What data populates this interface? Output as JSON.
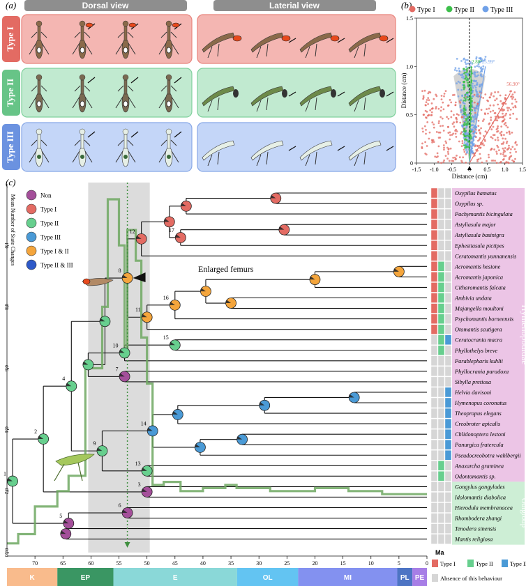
{
  "panel_a": {
    "label": "(a)",
    "dorsal_header": "Dorsal view",
    "lateral_header": "Laterial view",
    "rows": [
      {
        "name": "Type I",
        "fill": "#f4b6b2",
        "stroke": "#e8837c",
        "tab": "#e36b63"
      },
      {
        "name": "Type II",
        "fill": "#c1ead0",
        "stroke": "#7fd09c",
        "tab": "#67c487"
      },
      {
        "name": "Type III",
        "fill": "#c4d6f8",
        "stroke": "#88a8e6",
        "tab": "#6b92e0"
      }
    ]
  },
  "panel_b": {
    "label": "(b)",
    "legend": [
      "Type I",
      "Type II",
      "Type III"
    ],
    "colors": {
      "type1": "#e36b63",
      "type2": "#3cbf4a",
      "type3": "#6fa0e8"
    },
    "xlabel": "Distance (cm)",
    "ylabel": "Distance (cm)",
    "xticks": [
      "-1.5",
      "-1.0",
      "-0.5",
      "0",
      "0.5",
      "1.0",
      "1.5"
    ],
    "yticks": [
      "0",
      "0.5",
      "1.0",
      "1.5"
    ],
    "angle_labels": [
      "2.88°",
      "25.99°",
      "56.90°"
    ]
  },
  "panel_c": {
    "label": "(c)",
    "legend": [
      {
        "label": "Non",
        "color": "#a44f9a"
      },
      {
        "label": "Type I",
        "color": "#e36b63"
      },
      {
        "label": "Type II",
        "color": "#67cf8e"
      },
      {
        "label": "Type III",
        "color": "#4a9ad6"
      },
      {
        "label": "Type I & II",
        "color": "#f4a53c"
      },
      {
        "label": "Type II & III",
        "color": "#2e59c8"
      }
    ],
    "ylabel": "Mean Number of State Changes",
    "yticks": [
      "0.00",
      "0.2",
      "0.4",
      "0.6",
      "0.8",
      "1.0"
    ],
    "xticks": [
      "70",
      "65",
      "60",
      "55",
      "50",
      "45",
      "40",
      "35",
      "30",
      "25",
      "20",
      "15",
      "10",
      "5",
      "0"
    ],
    "ma_label": "Ma",
    "annotation": "Enlarged femurs",
    "node_numbers": [
      "1",
      "2",
      "3",
      "4",
      "5",
      "6",
      "7",
      "8",
      "9",
      "10",
      "11",
      "12",
      "13",
      "14",
      "15",
      "16",
      "17"
    ],
    "taxa": [
      {
        "name": "Oxypilus hamatus",
        "s": [
          1,
          0,
          0
        ]
      },
      {
        "name": "Oxypilus sp.",
        "s": [
          1,
          0,
          0
        ]
      },
      {
        "name": "Pachymantis bicingulata",
        "s": [
          1,
          0,
          0
        ]
      },
      {
        "name": "Astyliasula major",
        "s": [
          1,
          0,
          0
        ]
      },
      {
        "name": "Astyliasula basinigra",
        "s": [
          1,
          0,
          0
        ]
      },
      {
        "name": "Ephestiasula pictipes",
        "s": [
          1,
          0,
          0
        ]
      },
      {
        "name": "Ceratomantis yunnanensis",
        "s": [
          1,
          0,
          0
        ]
      },
      {
        "name": "Acromantis hesione",
        "s": [
          1,
          1,
          0
        ]
      },
      {
        "name": "Acromantis japonica",
        "s": [
          1,
          1,
          0
        ]
      },
      {
        "name": "Citharomantis falcata",
        "s": [
          1,
          1,
          0
        ]
      },
      {
        "name": "Ambivia undata",
        "s": [
          1,
          1,
          0
        ]
      },
      {
        "name": "Majangella moultoni",
        "s": [
          1,
          1,
          0
        ]
      },
      {
        "name": "Psychomantis borneensis",
        "s": [
          1,
          1,
          0
        ]
      },
      {
        "name": "Otomantis scutigera",
        "s": [
          1,
          1,
          0
        ]
      },
      {
        "name": "Ceratocrania macra",
        "s": [
          0,
          1,
          1
        ]
      },
      {
        "name": "Phyllothelys breve",
        "s": [
          0,
          1,
          0
        ]
      },
      {
        "name": "Parablepharis kuhlii",
        "s": [
          0,
          0,
          0
        ]
      },
      {
        "name": "Phyllocrania paradoxa",
        "s": [
          0,
          0,
          0
        ]
      },
      {
        "name": "Sibylla pretiosa",
        "s": [
          0,
          0,
          0
        ]
      },
      {
        "name": "Helvia davisoni",
        "s": [
          0,
          0,
          1
        ]
      },
      {
        "name": "Hymenopus coronatus",
        "s": [
          0,
          0,
          1
        ]
      },
      {
        "name": "Theopropus elegans",
        "s": [
          0,
          0,
          1
        ]
      },
      {
        "name": "Creobroter apicalis",
        "s": [
          0,
          0,
          1
        ]
      },
      {
        "name": "Chlidonoptera lestoni",
        "s": [
          0,
          0,
          1
        ]
      },
      {
        "name": "Panurgica fratercula",
        "s": [
          0,
          0,
          1
        ]
      },
      {
        "name": "Pseudocreobotra wahlbergii",
        "s": [
          0,
          0,
          1
        ]
      },
      {
        "name": "Anaxarcha graminea",
        "s": [
          0,
          1,
          0
        ]
      },
      {
        "name": "Odontomantis sp.",
        "s": [
          0,
          1,
          0
        ]
      },
      {
        "name": "Gongylus gongylodes",
        "s": [
          0,
          0,
          0
        ]
      },
      {
        "name": "Idolomantis diabolica",
        "s": [
          0,
          0,
          0
        ]
      },
      {
        "name": "Hierodula membranacea",
        "s": [
          0,
          0,
          0
        ]
      },
      {
        "name": "Rhombodera zhangi",
        "s": [
          0,
          0,
          0
        ]
      },
      {
        "name": "Tenodera sinensis",
        "s": [
          0,
          0,
          0
        ]
      },
      {
        "name": "Mantis religiosa",
        "s": [
          0,
          0,
          0
        ]
      }
    ],
    "clades": [
      {
        "name": "Hymenopodidae",
        "color": "#ecc5e6"
      },
      {
        "name": "Outgroup",
        "color": "#cdeed5"
      }
    ],
    "matrix_colors": {
      "type1": "#e36b63",
      "type2": "#67cf8e",
      "type3": "#4a9ad6",
      "absent": "#d6d6d6"
    },
    "matrix_legend": [
      "Type I",
      "Type II",
      "Type III",
      "Absence of this behaviour"
    ],
    "epochs": [
      {
        "label": "K",
        "color": "#f9bb8c"
      },
      {
        "label": "EP",
        "color": "#3a9663"
      },
      {
        "label": "E",
        "color": "#8ad8d8"
      },
      {
        "label": "OL",
        "color": "#63c4f2"
      },
      {
        "label": "MI",
        "color": "#8391f0"
      },
      {
        "label": "PL",
        "color": "#4d74c4"
      },
      {
        "label": "PE",
        "color": "#a77ee6"
      }
    ]
  }
}
